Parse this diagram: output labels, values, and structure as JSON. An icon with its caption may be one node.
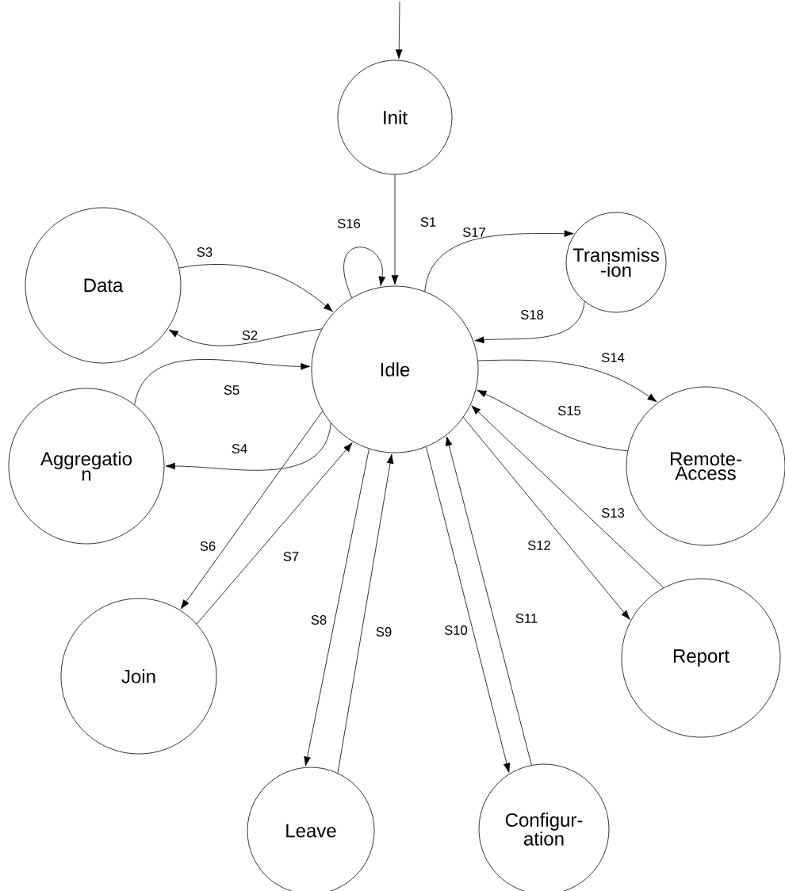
{
  "diagram": {
    "nodes": [
      {
        "text": [
          "Init"
        ]
      },
      {
        "text": [
          "Data"
        ]
      },
      {
        "text": [
          "Transmiss -ion"
        ]
      },
      {
        "text": [
          "Idle"
        ]
      },
      {
        "text": [
          "Aggregatio n"
        ]
      },
      {
        "text": [
          "Remote- Access"
        ]
      },
      {
        "text": [
          "Join"
        ]
      },
      {
        "text": [
          "Report"
        ]
      },
      {
        "text": [
          "Leave"
        ]
      },
      {
        "text": [
          "Configur- ation"
        ]
      }
    ],
    "edges": [
      {
        "from": null,
        "to": 0,
        "arrow": "to"
      },
      {
        "from": 0,
        "to": 3,
        "arrow": "to",
        "label": "S1"
      },
      {
        "from": 3,
        "to": 3,
        "arrow": "to",
        "label": "S16"
      },
      {
        "from": 3,
        "to": 2,
        "arrow": "to",
        "label": "S17"
      },
      {
        "from": 2,
        "to": 3,
        "arrow": "to",
        "label": "S18"
      },
      {
        "from": 1,
        "to": 3,
        "arrow": "to",
        "label": "S3"
      },
      {
        "from": 3,
        "to": 1,
        "arrow": "to",
        "label": "S2"
      },
      {
        "from": 4,
        "to": 3,
        "arrow": "to",
        "label": "S5"
      },
      {
        "from": 3,
        "to": 4,
        "arrow": "to",
        "label": "S4"
      },
      {
        "from": 3,
        "to": 5,
        "arrow": "to",
        "label": "S14"
      },
      {
        "from": 5,
        "to": 3,
        "arrow": "to",
        "label": "S15"
      },
      {
        "from": 3,
        "to": 6,
        "arrow": "to",
        "label": "S6"
      },
      {
        "from": 6,
        "to": 3,
        "arrow": "to",
        "label": "S7"
      },
      {
        "from": 3,
        "to": 8,
        "arrow": "to",
        "label": "S8"
      },
      {
        "from": 8,
        "to": 3,
        "arrow": "to",
        "label": "S9"
      },
      {
        "from": 3,
        "to": 9,
        "arrow": "to",
        "label": "S10"
      },
      {
        "from": 9,
        "to": 3,
        "arrow": "to",
        "label": "S11"
      },
      {
        "from": 3,
        "to": 7,
        "arrow": "to",
        "label": "S12"
      },
      {
        "from": 7,
        "to": 3,
        "arrow": "to",
        "label": "S13"
      }
    ]
  }
}
